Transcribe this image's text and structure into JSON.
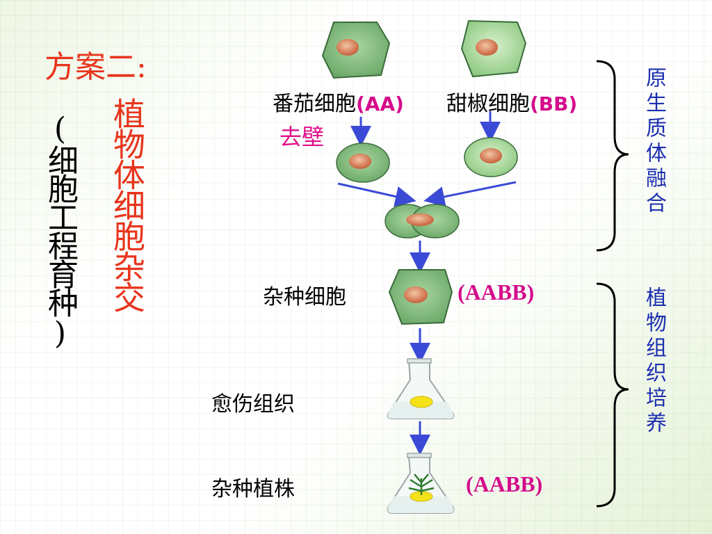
{
  "title": "方案二:",
  "method": "植物体细胞杂交",
  "breeding": "(细胞工程育种)",
  "stages": {
    "fusion": "原生质体融合",
    "culture": "植物组织培养"
  },
  "cells": {
    "tomato": {
      "name": "番茄细胞",
      "genotype": "(AA)"
    },
    "pepper": {
      "name": "甜椒细胞",
      "genotype": "(BB)"
    }
  },
  "remove_wall": "去壁",
  "hybrid_cell": {
    "name": "杂种细胞",
    "genotype": "(AABB)"
  },
  "callus": {
    "name": "愈伤组织"
  },
  "hybrid_plant": {
    "name": "杂种植株",
    "genotype": "(AABB)"
  },
  "colors": {
    "title_red": "#e8341c",
    "stage_blue": "#1c2fb0",
    "genotype_magenta": "#d50c8c",
    "arrow_blue": "#3b4ad6",
    "cell_green": "#7db87a"
  }
}
